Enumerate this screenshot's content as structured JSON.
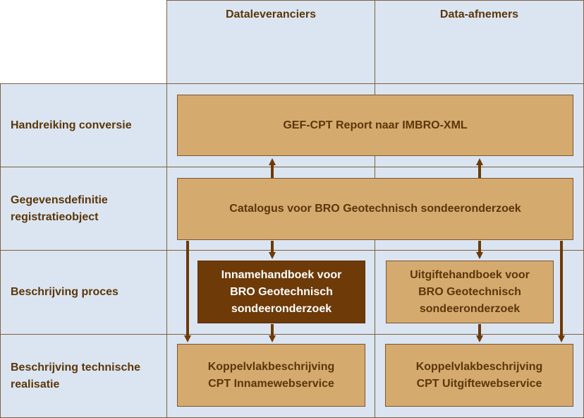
{
  "columns": {
    "suppliers": "Dataleveranciers",
    "consumers": "Data-afnemers"
  },
  "rows": {
    "conversion": "Handreiking conversie",
    "definition": "Gegevensdefinitie registratieobject",
    "process": "Beschrijving proces",
    "technical": "Beschrijving technische realisatie"
  },
  "boxes": {
    "gef_cpt": "GEF-CPT Report naar IMBRO-XML",
    "catalogus": "Catalogus voor BRO Geotechnisch sondeeronderzoek",
    "innamehandboek": "Innamehandboek voor BRO Geotechnisch sondeeronderzoek",
    "uitgiftehandboek": "Uitgiftehandboek voor BRO Geotechnisch sondeeronderzoek",
    "koppel_inname": "Koppelvlakbeschrijving CPT Innamewebservice",
    "koppel_uitgifte": "Koppelvlakbeschrijving CPT Uitgiftewebservice"
  },
  "colors": {
    "cell_fill": "#dbe5f1",
    "grid_line": "#7f5f3f",
    "box_fill": "#d4aa6f",
    "box_dark": "#6d3a08",
    "text": "#5b3608",
    "arrow": "#6d3a08"
  }
}
